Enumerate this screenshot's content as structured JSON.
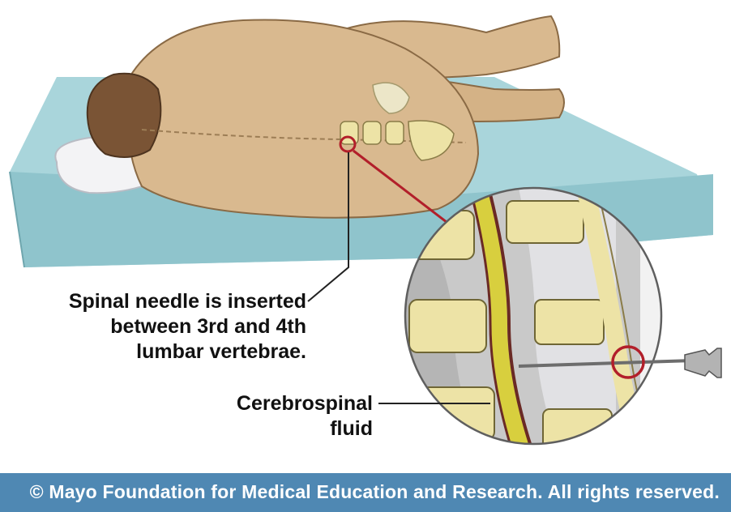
{
  "labels": {
    "needle_line1": "Spinal needle is inserted",
    "needle_line2": "between 3rd and 4th",
    "needle_line3": "lumbar vertebrae.",
    "csf_line1": "Cerebrospinal",
    "csf_line2": "fluid"
  },
  "footer": {
    "copyright": "© Mayo Foundation for Medical Education and Research.  All rights reserved."
  },
  "colors": {
    "mat": "#9fcfd6",
    "skin": "#d9b98f",
    "bone": "#ede3a6",
    "callout_red": "#b21f2a",
    "csf_yellow": "#d8cf3e",
    "footer_bar": "#4f88b3"
  }
}
